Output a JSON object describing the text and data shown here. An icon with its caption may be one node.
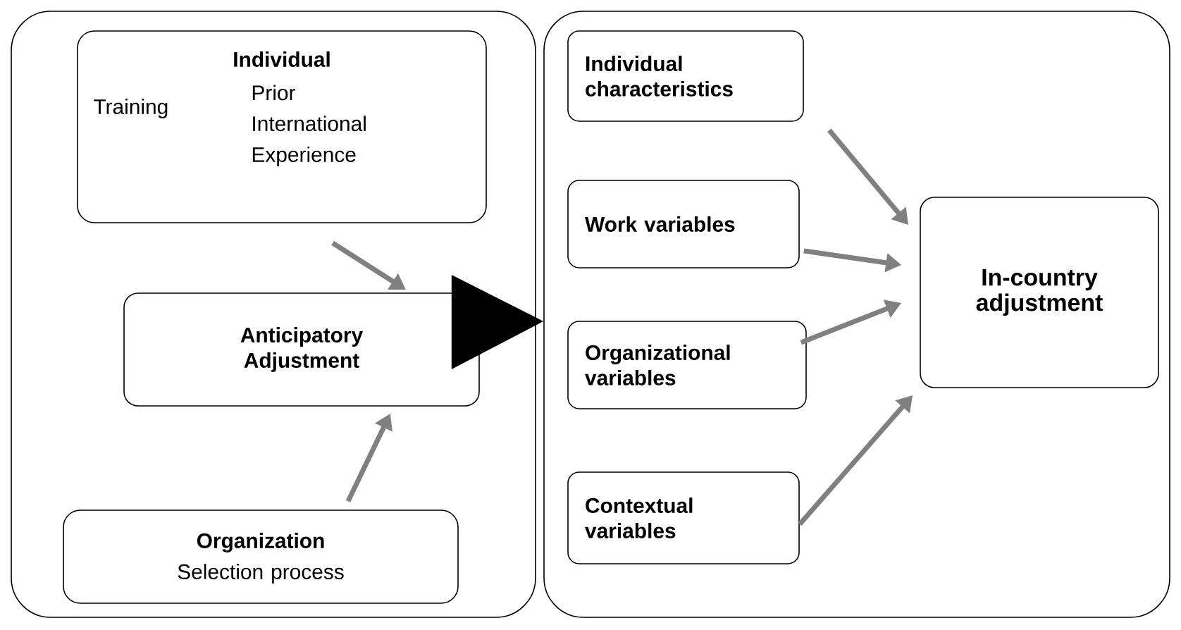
{
  "diagram": {
    "nodes": [
      {
        "text": [],
        "shape": "box"
      },
      {
        "text": [
          "Individual",
          "Training",
          "Prior International Experience"
        ],
        "in": 0
      },
      {
        "text": [
          "Anticipatory Adjustment"
        ],
        "in": 0
      },
      {
        "text": [
          "Organization",
          "Selection process"
        ],
        "in": 0
      },
      {
        "text": [],
        "shape": "box"
      },
      {
        "text": [
          "Individual characteristics"
        ],
        "in": 4
      },
      {
        "text": [
          "Work variables"
        ],
        "in": 4
      },
      {
        "text": [
          "Organizational variables"
        ],
        "in": 4
      },
      {
        "text": [
          "Contextual variables"
        ],
        "in": 4
      },
      {
        "text": [
          "In-country adjustment"
        ],
        "in": 4
      }
    ],
    "edges": [
      {
        "from": 1,
        "to": 2,
        "arrow": "to"
      },
      {
        "from": 3,
        "to": 2,
        "arrow": "to"
      },
      {
        "from": 0,
        "to": 4,
        "arrow": "to",
        "color": "#000000"
      },
      {
        "from": 5,
        "to": 9,
        "arrow": "to"
      },
      {
        "from": 6,
        "to": 9,
        "arrow": "to"
      },
      {
        "from": 7,
        "to": 9,
        "arrow": "to"
      },
      {
        "from": 8,
        "to": 9,
        "arrow": "to"
      }
    ]
  }
}
